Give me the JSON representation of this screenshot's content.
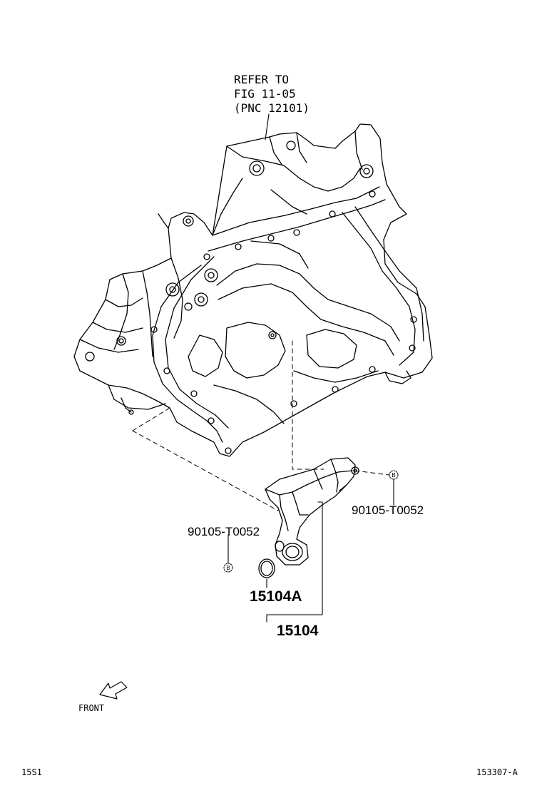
{
  "refer": {
    "line1": "REFER TO",
    "line2": "FIG 11-05",
    "line3": "(PNC 12101)"
  },
  "callouts": {
    "bolt_right_pn": "90105-T0052",
    "bolt_left_pn": "90105-T0052",
    "bolt_marker": "B",
    "oring_pn": "15104A",
    "strainer_pn": "15104"
  },
  "front_label": "FRONT",
  "footer": {
    "left_code": "15S1",
    "right_code": "153307-A"
  }
}
